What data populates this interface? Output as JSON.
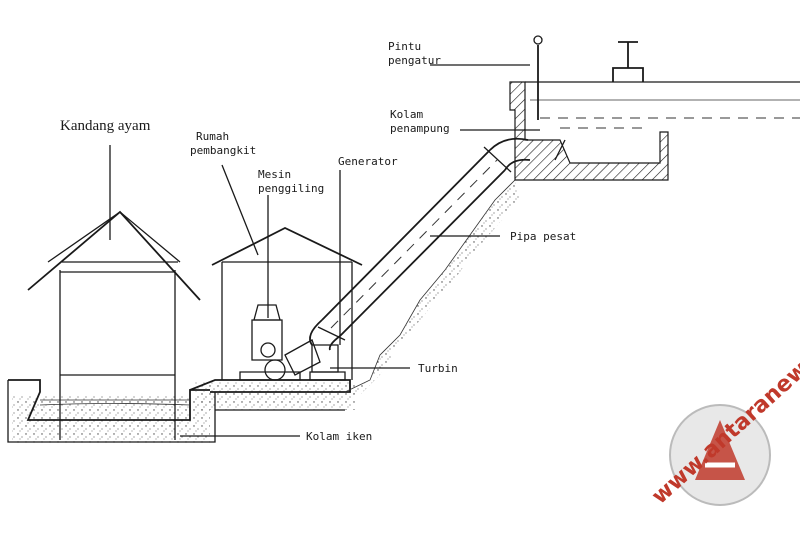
{
  "labels": {
    "kandang_ayam": "Kandang ayam",
    "rumah_line1": "Rumah",
    "rumah_line2": "pembangkit",
    "mesin_line1": "Mesin",
    "mesin_line2": "penggiling",
    "generator": "Generator",
    "pintu_line1": "Pintu",
    "pintu_line2": "pengatur",
    "kolam_pen_line1": "Kolam",
    "kolam_pen_line2": "penampung",
    "pipa_pesat": "Pipa pesat",
    "turbin": "Turbin",
    "kolam_ikan": "Kolam iken"
  },
  "watermark": {
    "text": "www.antaranews.com",
    "color": "#c0392b",
    "logo_icon": "antara-logo-icon"
  },
  "colors": {
    "ink": "#1a1a1a",
    "watermark": "#c0392b"
  }
}
